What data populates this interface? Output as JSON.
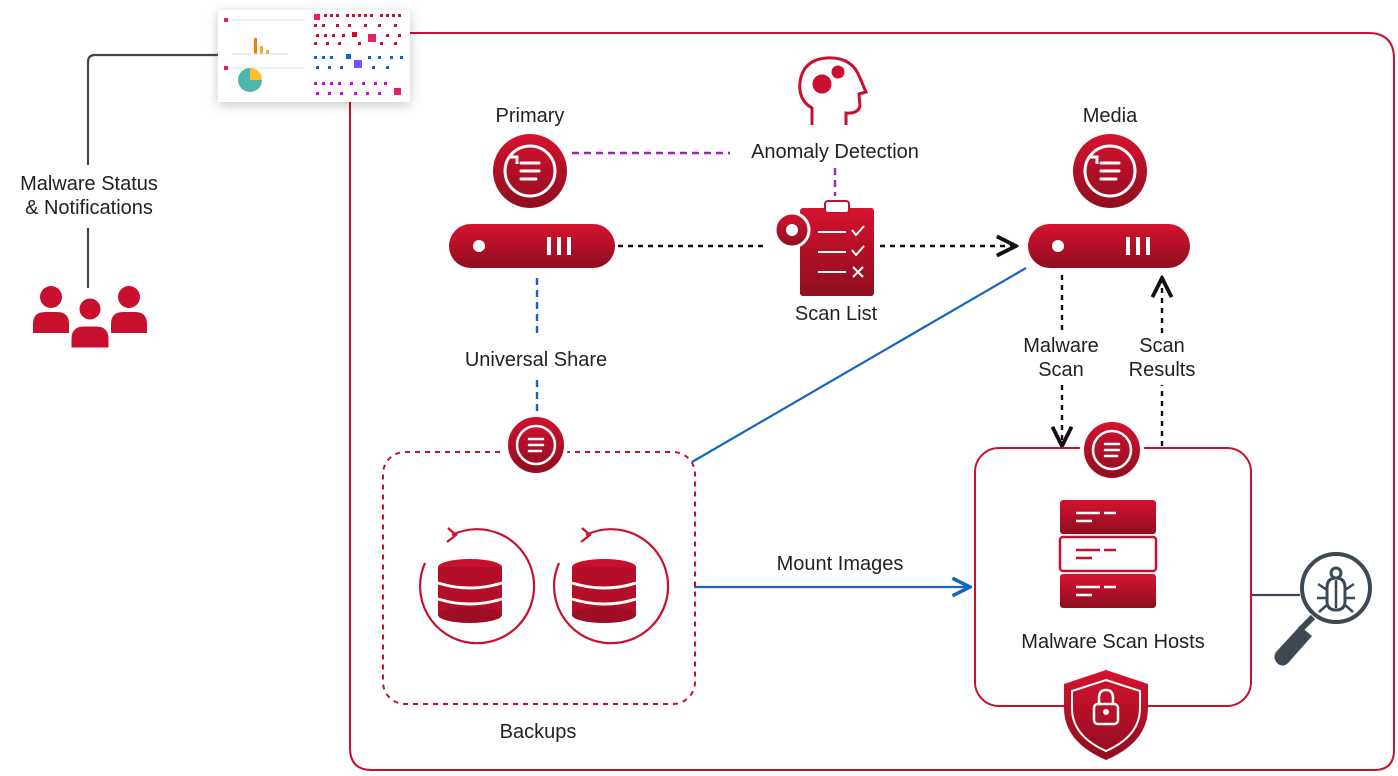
{
  "labels": {
    "primary": "Primary",
    "media": "Media",
    "anomaly_detection": "Anomaly Detection",
    "scan_list": "Scan List",
    "universal_share": "Universal Share",
    "malware_scan": "Malware\nScan",
    "scan_results": "Scan\nResults",
    "mount_images": "Mount Images",
    "backups": "Backups",
    "malware_scan_hosts": "Malware Scan Hosts",
    "malware_status": "Malware Status\n& Notifications"
  },
  "colors": {
    "brand_red": "#c8102e",
    "dark_red": "#8e0e1f",
    "connector_blue": "#1565c0",
    "connector_purple": "#9c27b0",
    "connector_black": "#111111",
    "outline_dark": "#3d4852"
  },
  "icons": [
    "dashboard-thumbnail-icon",
    "users-icon",
    "ai-head-gear-icon",
    "checklist-gear-icon",
    "server-icon",
    "refresh-logo-icon",
    "database-icon",
    "stacked-servers-icon",
    "shield-lock-icon",
    "magnifier-bug-icon"
  ]
}
